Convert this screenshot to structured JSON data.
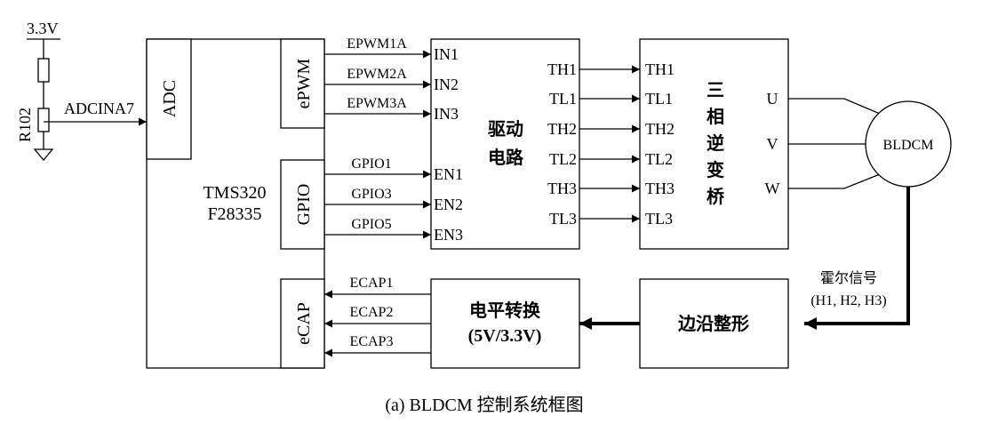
{
  "supply_label": "3.3V",
  "resistor_label": "R102",
  "adc_signal": "ADCINA7",
  "adc_label": "ADC",
  "epwm_label": "ePWM",
  "gpio_label": "GPIO",
  "ecap_label": "eCAP",
  "mcu_line1": "TMS320",
  "mcu_line2": "F28335",
  "pwm_signals": [
    "EPWM1A",
    "EPWM2A",
    "EPWM3A"
  ],
  "gpio_signals": [
    "GPIO1",
    "GPIO3",
    "GPIO5"
  ],
  "ecap_signals": [
    "ECAP1",
    "ECAP2",
    "ECAP3"
  ],
  "driver_inputs": [
    "IN1",
    "IN2",
    "IN3",
    "EN1",
    "EN2",
    "EN3"
  ],
  "driver_outputs": [
    "TH1",
    "TL1",
    "TH2",
    "TL2",
    "TH3",
    "TL3"
  ],
  "driver_title_line1": "驱动",
  "driver_title_line2": "电路",
  "inverter_inputs": [
    "TH1",
    "TL1",
    "TH2",
    "TL2",
    "TH3",
    "TL3"
  ],
  "inverter_title": [
    "三",
    "相",
    "逆",
    "变",
    "桥"
  ],
  "phases": [
    "U",
    "V",
    "W"
  ],
  "motor_label": "BLDCM",
  "hall_line1": "霍尔信号",
  "hall_line2": "(H1, H2, H3)",
  "edge_label": "边沿整形",
  "level_line1": "电平转换",
  "level_line2": "(5V/3.3V)",
  "caption": "(a) BLDCM 控制系统框图"
}
